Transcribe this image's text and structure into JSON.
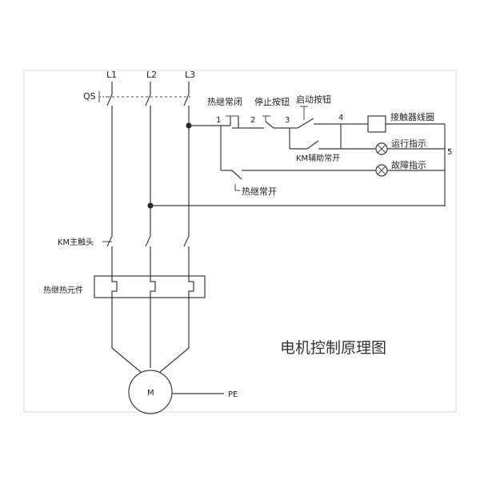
{
  "labels": {
    "l1": "L1",
    "l2": "L2",
    "l3": "L3",
    "qs": "QS",
    "thermal_nc": "热继常闭",
    "stop_button": "停止按钮",
    "start_button": "启动按钮",
    "node_1": "1",
    "node_2": "2",
    "node_3": "3",
    "node_4": "4",
    "node_5": "5",
    "contactor_coil": "接触器线圈",
    "run_indicator": "运行指示",
    "fault_indicator": "故障指示",
    "km_aux_no": "KM辅助常开",
    "thermal_no": "热继常开",
    "km_main_contact": "KM主触头",
    "thermal_element": "热继热元件",
    "motor": "M",
    "pe": "PE",
    "title": "电机控制原理图"
  },
  "colors": {
    "wire": "#3a3a3a",
    "text": "#222222",
    "background": "#ffffff"
  }
}
